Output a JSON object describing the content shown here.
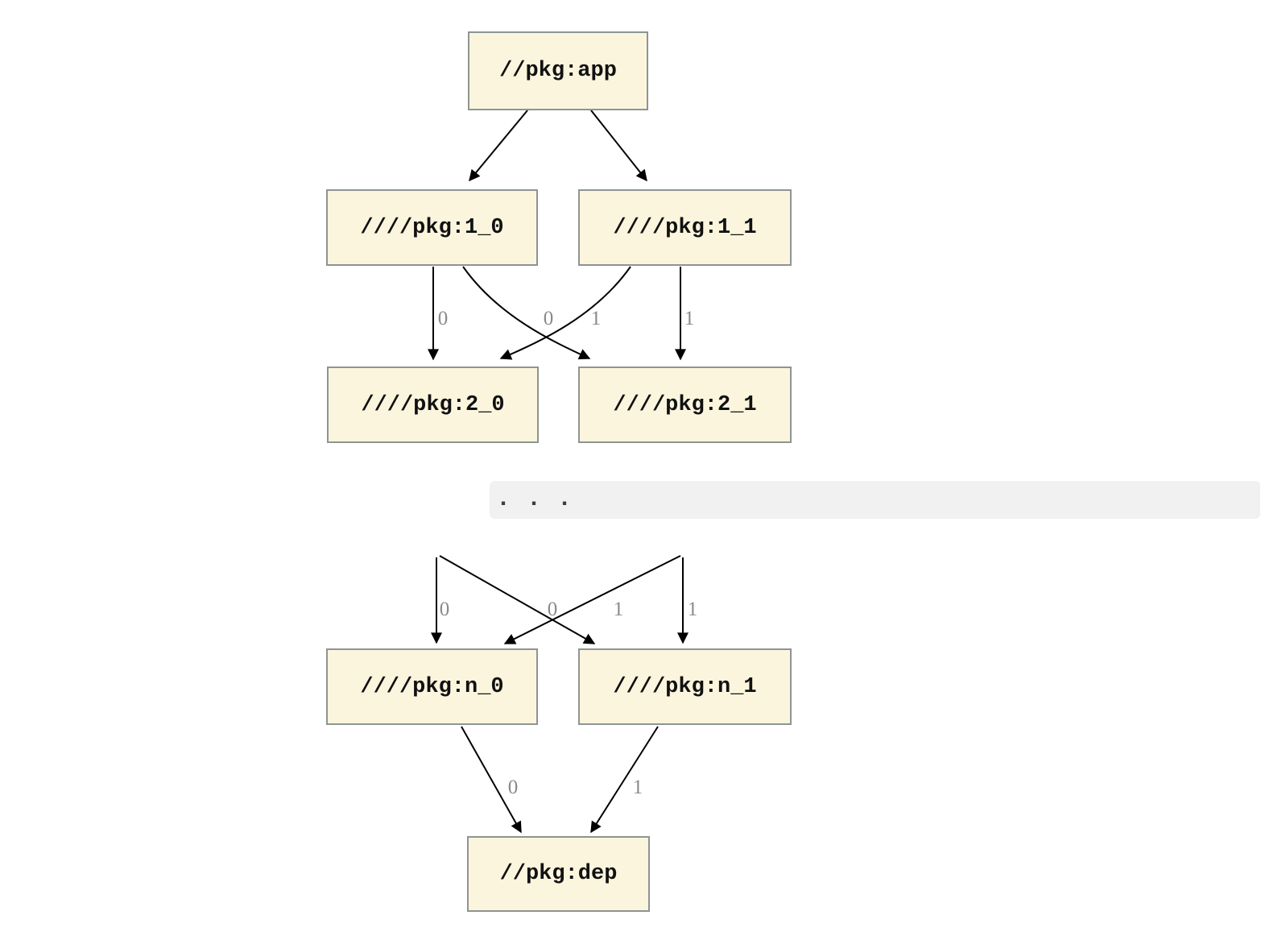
{
  "graph": {
    "nodes": [
      {
        "id": "app",
        "label": "//pkg:app"
      },
      {
        "id": "1_0",
        "label": "////pkg:1_0"
      },
      {
        "id": "1_1",
        "label": "////pkg:1_1"
      },
      {
        "id": "2_0",
        "label": "////pkg:2_0"
      },
      {
        "id": "2_1",
        "label": "////pkg:2_1"
      },
      {
        "id": "n_0",
        "label": "////pkg:n_0"
      },
      {
        "id": "n_1",
        "label": "////pkg:n_1"
      },
      {
        "id": "dep",
        "label": "//pkg:dep"
      }
    ],
    "edges": [
      {
        "from": "app",
        "to": "1_0",
        "label": ""
      },
      {
        "from": "app",
        "to": "1_1",
        "label": ""
      },
      {
        "from": "1_0",
        "to": "2_0",
        "label": "0"
      },
      {
        "from": "1_1",
        "to": "2_0",
        "label": "0"
      },
      {
        "from": "1_0",
        "to": "2_1",
        "label": "1"
      },
      {
        "from": "1_1",
        "to": "2_1",
        "label": "1"
      },
      {
        "from": "ellipsis",
        "to": "n_0",
        "label": "0"
      },
      {
        "from": "ellipsis",
        "to": "n_0",
        "label": "0"
      },
      {
        "from": "ellipsis",
        "to": "n_1",
        "label": "1"
      },
      {
        "from": "ellipsis",
        "to": "n_1",
        "label": "1"
      },
      {
        "from": "n_0",
        "to": "dep",
        "label": "0"
      },
      {
        "from": "n_1",
        "to": "dep",
        "label": "1"
      }
    ],
    "ellipsis": {
      "label": ". . ."
    },
    "colors": {
      "node_fill": "#fcf5de",
      "node_border": "#8d9494",
      "node_text": "#111111",
      "edge": "#000000",
      "edge_label": "#8a8a8a",
      "ellipsis_band": "#f1f1f1",
      "ellipsis_dots": "#3d3d3d",
      "background": "#ffffff"
    }
  }
}
